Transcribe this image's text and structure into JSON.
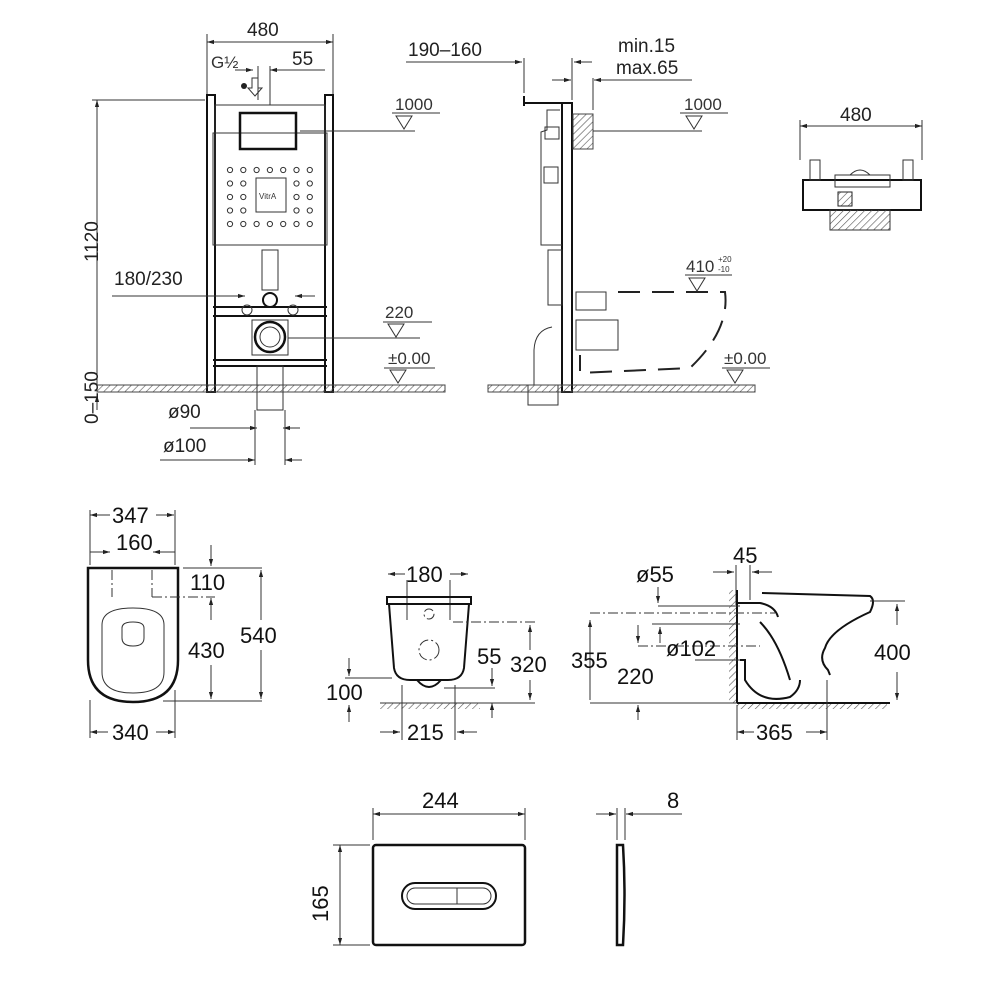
{
  "front_frame_view": {
    "width": "480",
    "inlet": "G½",
    "inlet_offset": "55",
    "height": "1120",
    "floor_adjust": "0–150",
    "bolt_spacing": "180/230",
    "level_top": "1000",
    "level_outlet": "220",
    "level_floor": "±0.00",
    "pipe_inner": "ø90",
    "pipe_outer": "ø100",
    "logo": "VitrA"
  },
  "side_frame_view": {
    "depth": "190–160",
    "wall_min": "min.15",
    "wall_max": "max.65",
    "level_top": "1000",
    "seat_height": "410",
    "seat_tol_plus": "+20",
    "seat_tol_minus": "-10",
    "level_floor": "±0.00"
  },
  "top_frame_view": {
    "width": "480"
  },
  "pan_top_view": {
    "width_top": "347",
    "bolt_spacing": "160",
    "width_bottom": "340",
    "bolt_offset": "110",
    "bolt_to_front": "430",
    "length": "540"
  },
  "pan_front_view": {
    "bolt_spacing": "180",
    "outlet_height": "55",
    "bolt_height": "320",
    "floor_gap": "100",
    "base_width": "215"
  },
  "pan_side_view": {
    "wall_gap": "45",
    "inlet_dia": "ø55",
    "outlet_dia": "ø102",
    "inlet_height": "355",
    "outlet_height": "220",
    "rim_height": "400",
    "outlet_depth": "365"
  },
  "flush_plate": {
    "width": "244",
    "height": "165",
    "thickness": "8"
  }
}
